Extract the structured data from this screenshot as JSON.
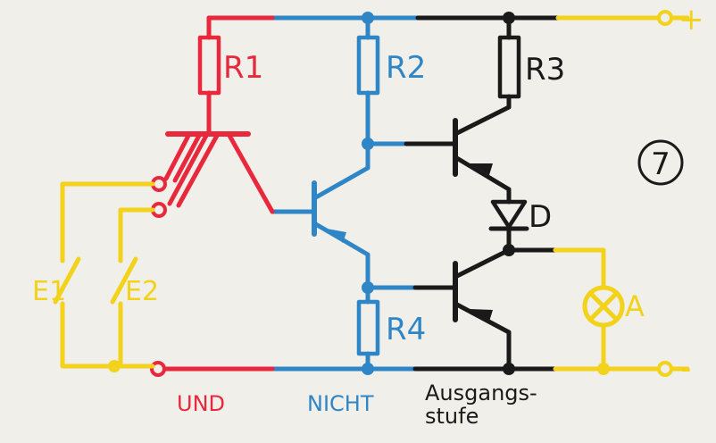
{
  "colors": {
    "red": "#e8283c",
    "blue": "#2f86c6",
    "black": "#1a1a1a",
    "yellow": "#f2d21a",
    "background": "#f1efe9"
  },
  "figure": {
    "number": "7"
  },
  "components": {
    "r1": "R1",
    "r2": "R2",
    "r3": "R3",
    "r4": "R4",
    "diode": "D",
    "lamp": "A",
    "input1": "E1",
    "input2": "E2"
  },
  "terminals": {
    "positive": "+",
    "negative": "-"
  },
  "sections": {
    "und": "UND",
    "nicht": "NICHT",
    "ausgang_line1": "Ausgangs-",
    "ausgang_line2": "stufe"
  },
  "icons": [
    "resistor-icon",
    "transistor-icon",
    "diode-icon",
    "lamp-icon",
    "switch-icon",
    "terminal-icon"
  ]
}
